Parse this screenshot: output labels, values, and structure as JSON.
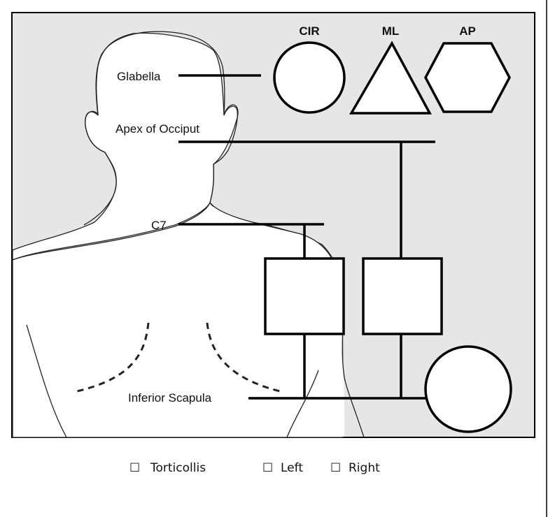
{
  "shape_headers": {
    "cir": "CIR",
    "ml": "ML",
    "ap": "AP"
  },
  "landmarks": {
    "glabella": "Glabella",
    "apex": "Apex of Occiput",
    "c7": "C7",
    "inferior_scapula": "Inferior Scapula"
  },
  "options": {
    "box": "☐",
    "torticollis": "Torticollis",
    "left": "Left",
    "right": "Right"
  },
  "colors": {
    "panel_fill": "#e6e6e6",
    "stroke": "#000000"
  }
}
